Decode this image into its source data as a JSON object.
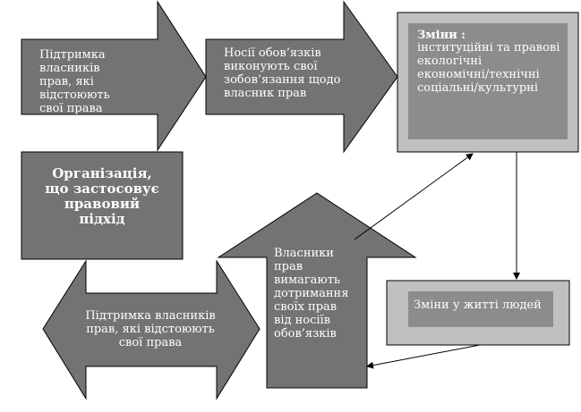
{
  "arrow_top_left": {
    "text": "Підтримка власників\nправ, які відстоюють\nсвої права"
  },
  "arrow_top_middle": {
    "text": "Носії обов’язків\nвиконують свої\nзобов’язання щодо\nвласник прав"
  },
  "changes_box": {
    "title": "Зміни :",
    "lines": "інституційні та правові\nекологічні\nекономічні/технічні\nсоціальні/культурні"
  },
  "org_box": {
    "text": "Організація,\nщо застосовує\nправовий\nпідхід"
  },
  "arrow_up": {
    "text": "Власники\nправ\nвимагають\nдотримання\nсвоїх прав\nвід носіїв\nобов’язків"
  },
  "people_box": {
    "text": "Зміни у житті людей"
  },
  "arrow_double": {
    "text": "Підтримка власників\nправ, які відстоюють\nсвої права"
  },
  "colors": {
    "shape_fill": "#737373",
    "outline": "#000000",
    "inner_box": "#8c8c8c",
    "outer_box": "#c0c0c0"
  }
}
